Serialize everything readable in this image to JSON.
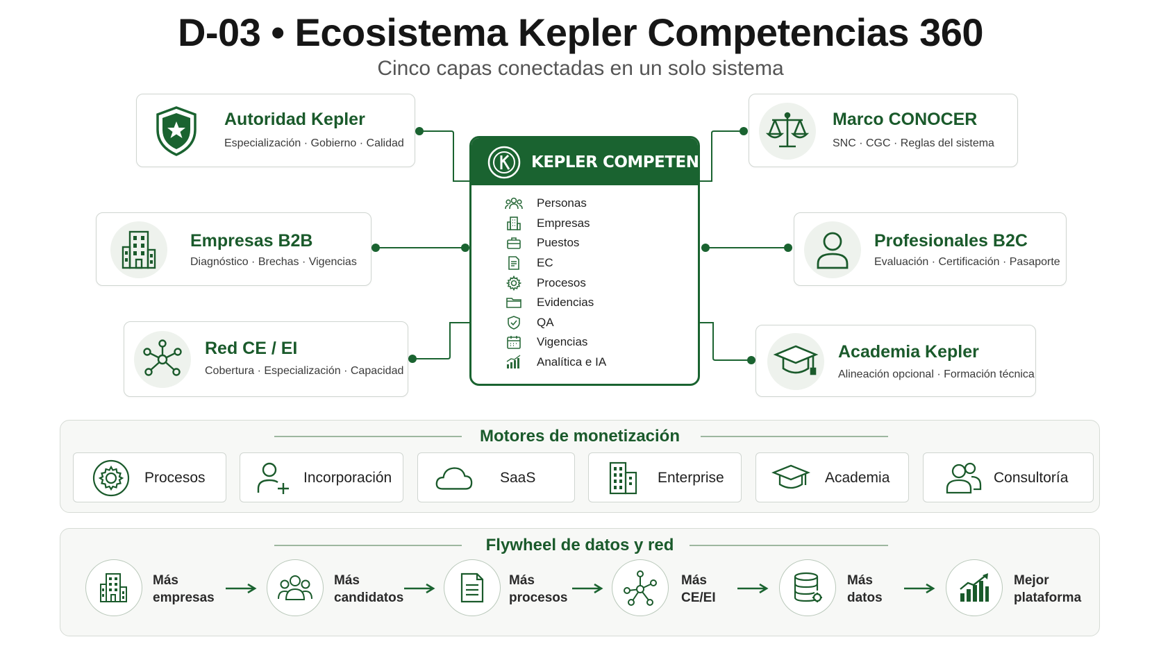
{
  "header": {
    "title": "D-03 • Ecosistema Kepler Competencias 360",
    "subtitle": "Cinco capas conectadas en un solo sistema"
  },
  "cards": {
    "autoridad": {
      "title": "Autoridad Kepler",
      "subtitle": "Especialización · Gobierno · Calidad",
      "icon": "shield-star-icon"
    },
    "empresas": {
      "title": "Empresas B2B",
      "subtitle": "Diagnóstico · Brechas · Vigencias",
      "icon": "building-icon"
    },
    "red": {
      "title": "Red CE / EI",
      "subtitle": "Cobertura · Especialización · Capacidad",
      "icon": "network-icon"
    },
    "marco": {
      "title": "Marco CONOCER",
      "subtitle": "SNC · CGC · Reglas del sistema",
      "icon": "scales-icon"
    },
    "profesionales": {
      "title": "Profesionales B2C",
      "subtitle": "Evaluación · Certificación · Pasaporte",
      "icon": "person-icon"
    },
    "academia": {
      "title": "Academia Kepler",
      "subtitle": "Alineación opcional · Formación técnica",
      "icon": "graduation-cap-icon"
    }
  },
  "hub": {
    "title": "KEPLER COMPETENCY OS",
    "items": [
      {
        "label": "Personas",
        "icon": "people-icon"
      },
      {
        "label": "Empresas",
        "icon": "building-icon"
      },
      {
        "label": "Puestos",
        "icon": "briefcase-icon"
      },
      {
        "label": "EC",
        "icon": "document-icon"
      },
      {
        "label": "Procesos",
        "icon": "gear-icon"
      },
      {
        "label": "Evidencias",
        "icon": "folder-icon"
      },
      {
        "label": "QA",
        "icon": "shield-check-icon"
      },
      {
        "label": "Vigencias",
        "icon": "calendar-icon"
      },
      {
        "label": "Analítica e IA",
        "icon": "bar-chart-icon"
      }
    ]
  },
  "monetization": {
    "title": "Motores de monetización",
    "items": [
      {
        "label": "Procesos",
        "icon": "gear-icon"
      },
      {
        "label": "Incorporación",
        "icon": "user-plus-icon"
      },
      {
        "label": "SaaS",
        "icon": "cloud-icon"
      },
      {
        "label": "Enterprise",
        "icon": "building-icon"
      },
      {
        "label": "Academia",
        "icon": "graduation-cap-icon"
      },
      {
        "label": "Consultoría",
        "icon": "people-icon"
      }
    ]
  },
  "flywheel": {
    "title": "Flywheel de datos y red",
    "steps": [
      {
        "line1": "Más",
        "line2": "empresas",
        "icon": "building-icon"
      },
      {
        "line1": "Más",
        "line2": "candidatos",
        "icon": "people-icon"
      },
      {
        "line1": "Más",
        "line2": "procesos",
        "icon": "document-icon"
      },
      {
        "line1": "Más",
        "line2": "CE/EI",
        "icon": "network-icon"
      },
      {
        "line1": "Más",
        "line2": "datos",
        "icon": "database-icon"
      },
      {
        "line1": "Mejor",
        "line2": "plataforma",
        "icon": "growth-chart-icon"
      }
    ]
  },
  "colors": {
    "primary": "#1a6330",
    "title_green": "#1a5a2b",
    "border": "#cfd5d0",
    "panel_bg": "#f7f8f6"
  }
}
